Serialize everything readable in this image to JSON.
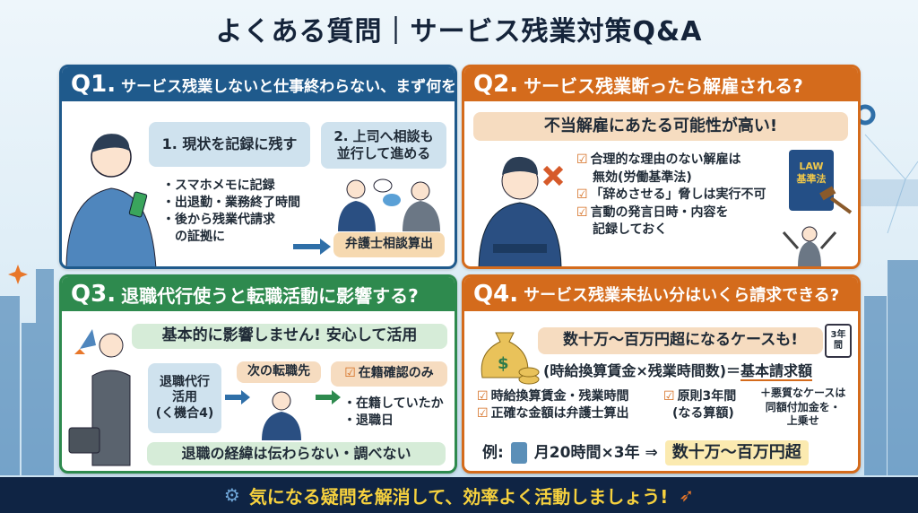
{
  "title": "よくある質問｜サービス残業対策Q&A",
  "colors": {
    "navy": "#15243a",
    "q1": "#1f5a8c",
    "q2": "#d46b1c",
    "q3": "#2e8a4e",
    "q4": "#d46b1c",
    "footer_text": "#f6d13e"
  },
  "q1": {
    "num": "Q1.",
    "question": "サービス残業しないと仕事終わらない、まず何をすべき?",
    "step1": "1. 現状を記録に残す",
    "step2_line1": "2. 上司へ相談も",
    "step2_line2": "並行して進める",
    "bullets": [
      "・スマホメモに記録",
      "・出退勤・業務終了時間",
      "・後から残業代請求",
      "　の証拠に"
    ],
    "lawyer": "弁護士相談算出"
  },
  "q2": {
    "num": "Q2.",
    "question": "サービス残業断ったら解雇される?",
    "headline": "不当解雇にあたる可能性が高い!",
    "checks": [
      "合理的な理由のない解雇は",
      "無効(労働基準法)",
      "「辞めさせる」脅しは実行不可",
      "言動の発言日時・内容を",
      "記録しておく"
    ],
    "book_line1": "LAW",
    "book_line2": "基準法"
  },
  "q3": {
    "num": "Q3.",
    "question": "退職代行使うと転職活動に影響する?",
    "headline": "基本的に影響しません! 安心して活用",
    "left_lines": [
      "退職代行",
      "活用",
      "(く機合4)"
    ],
    "next": "次の転職先",
    "confirm": "在籍確認のみ",
    "bullets": [
      "・在籍していたか",
      "・退職日"
    ],
    "bottom": "退職の経緯は伝わらない・調べない"
  },
  "q4": {
    "num": "Q4.",
    "question": "サービス残業未払い分はいくら請求できる?",
    "headline": "数十万〜百万円超になるケースも!",
    "calendar": "3年間",
    "formula_left": "(時給換算賃金×残業時間数)＝",
    "formula_right": "基本請求額",
    "checks": [
      "時給換算賃金・残業時間",
      "正確な金額は弁護士算出",
      "原則3年間",
      "(なる算額)"
    ],
    "extra": [
      "＋悪質なケースは",
      "同額付加金を・",
      "上乗せ"
    ],
    "example_label": "例:",
    "example_calc": "月20時間×3年 ⇒",
    "example_result": "数十万〜百万円超"
  },
  "footer": "気になる疑問を解消して、効率よく活動しましょう!"
}
